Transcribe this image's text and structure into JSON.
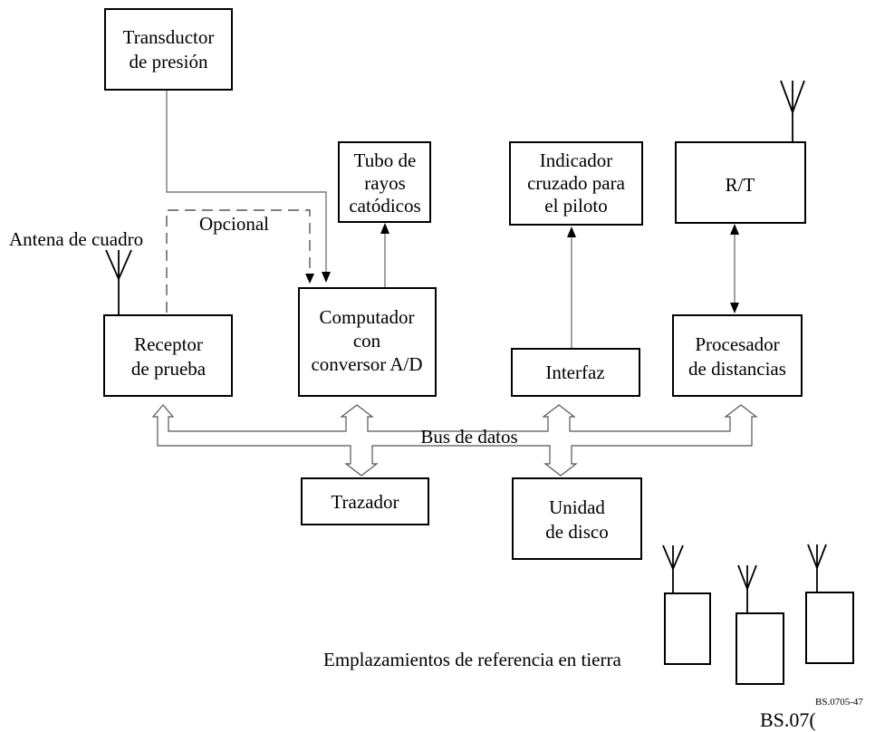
{
  "blocks": {
    "transductor": [
      "Transductor",
      "de presión"
    ],
    "tubo": [
      "Tubo de",
      "rayos",
      "catódicos"
    ],
    "indicador": [
      "Indicador",
      "cruzado para",
      "el piloto"
    ],
    "rt": [
      "R/T"
    ],
    "receptor": [
      "Receptor",
      "de prueba"
    ],
    "computador": [
      "Computador",
      "con",
      "conversor A/D"
    ],
    "interfaz": [
      "Interfaz"
    ],
    "procesador": [
      "Procesador",
      "de distancias"
    ],
    "trazador": [
      "Trazador"
    ],
    "unidad": [
      "Unidad",
      "de disco"
    ]
  },
  "labels": {
    "antena": "Antena de cuadro",
    "opcional": "Opcional",
    "bus": "Bus de datos",
    "emplazamientos": "Emplazamientos de referencia en tierra",
    "figure_code": "BS.0705-47",
    "figure_ref": "BS.07("
  }
}
